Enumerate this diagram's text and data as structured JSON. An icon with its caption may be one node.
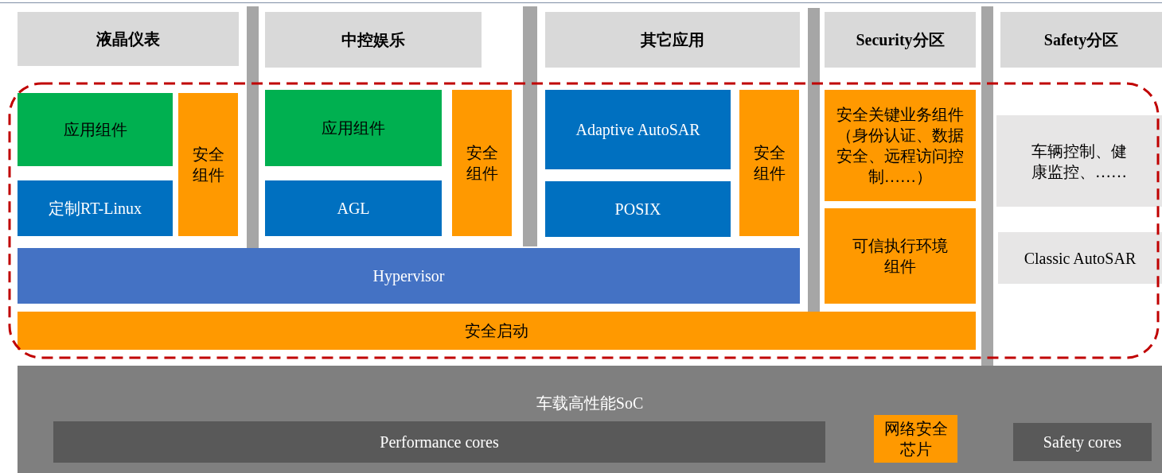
{
  "diagram": {
    "nodes": [
      {
        "text": [
          "液晶仪表"
        ]
      },
      {
        "text": [
          "中控娱乐"
        ]
      },
      {
        "text": [
          "其它应用"
        ]
      },
      {
        "text": [
          "Security分区"
        ]
      },
      {
        "text": [
          "Safety分区"
        ]
      },
      {
        "text": [
          "应用组件"
        ]
      },
      {
        "text": [
          "定制RT-Linux"
        ]
      },
      {
        "text": [
          "安全组件"
        ]
      },
      {
        "text": [
          "应用组件"
        ]
      },
      {
        "text": [
          "AGL"
        ]
      },
      {
        "text": [
          "安全组件"
        ]
      },
      {
        "text": [
          "Adaptive AutoSAR"
        ]
      },
      {
        "text": [
          "POSIX"
        ]
      },
      {
        "text": [
          "安全组件"
        ]
      },
      {
        "text": [
          "安全关键业务组件（身份认证、数据安全、远程访问控制……）"
        ]
      },
      {
        "text": [
          "可信执行环境组件"
        ]
      },
      {
        "text": [
          "车辆控制、健康监控、……"
        ]
      },
      {
        "text": [
          "Classic AutoSAR"
        ]
      },
      {
        "text": [
          "Hypervisor"
        ]
      },
      {
        "text": [
          "安全启动"
        ]
      },
      {
        "text": [
          "车载高性能SoC"
        ]
      },
      {
        "text": [
          "Performance cores"
        ],
        "in": 20
      },
      {
        "text": [
          "网络安全芯片"
        ],
        "in": 20
      },
      {
        "text": [
          "Safety cores"
        ],
        "in": 20
      },
      {
        "text": [],
        "shape": "bar"
      },
      {
        "text": [],
        "shape": "bar"
      },
      {
        "text": [],
        "shape": "bar"
      },
      {
        "text": [],
        "shape": "bar"
      }
    ]
  }
}
